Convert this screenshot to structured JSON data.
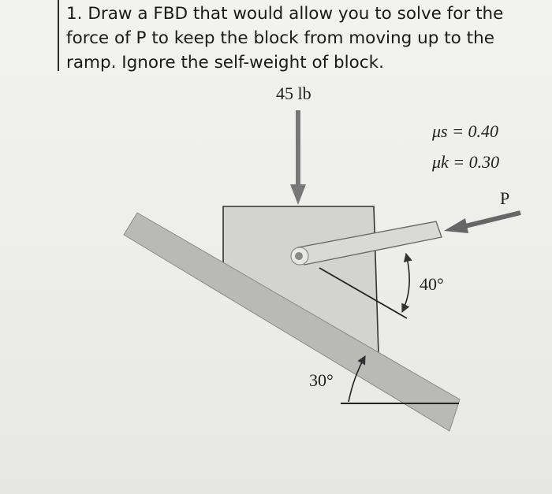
{
  "question": {
    "line1": "1. Draw a FBD that would allow you to solve for the",
    "line2": "force of P to keep the block from moving up to the",
    "line3": "ramp. Ignore the self-weight of block."
  },
  "diagram": {
    "load_label": "45 lb",
    "mu_s": "μs = 0.40",
    "mu_k": "μk = 0.30",
    "force_label": "P",
    "link_angle_label": "40°",
    "ramp_angle_label": "30°"
  }
}
